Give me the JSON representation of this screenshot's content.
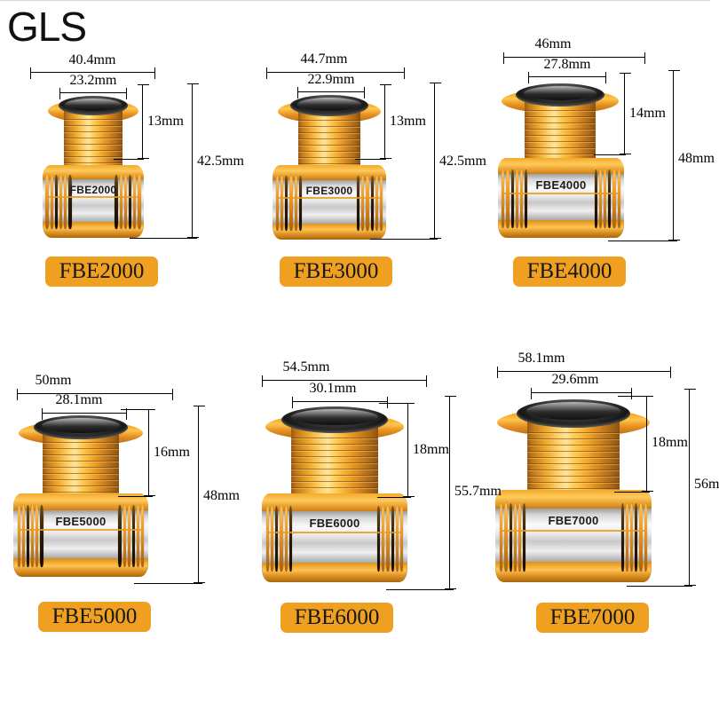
{
  "brand": {
    "name": "GLS"
  },
  "colors": {
    "badge_bg": "#f0a020",
    "badge_text": "#181818",
    "gold": "#f0a42a",
    "silver": "#e2e2e2",
    "rim_black": "#141414",
    "dimension_line": "#000000",
    "background": "#ffffff"
  },
  "products": [
    {
      "id": "fbe2000",
      "model": "FBE2000",
      "badge_label": "FBE2000",
      "skirt_label": "FBE2000",
      "dimensions": {
        "outer_width": "40.4mm",
        "inner_width": "23.2mm",
        "barrel_height": "13mm",
        "total_height": "42.5mm"
      }
    },
    {
      "id": "fbe3000",
      "model": "FBE3000",
      "badge_label": "FBE3000",
      "skirt_label": "FBE3000",
      "dimensions": {
        "outer_width": "44.7mm",
        "inner_width": "22.9mm",
        "barrel_height": "13mm",
        "total_height": "42.5mm"
      }
    },
    {
      "id": "fbe4000",
      "model": "FBE4000",
      "badge_label": "FBE4000",
      "skirt_label": "FBE4000",
      "dimensions": {
        "outer_width": "46mm",
        "inner_width": "27.8mm",
        "barrel_height": "14mm",
        "total_height": "48mm"
      }
    },
    {
      "id": "fbe5000",
      "model": "FBE5000",
      "badge_label": "FBE5000",
      "skirt_label": "FBE5000",
      "dimensions": {
        "outer_width": "50mm",
        "inner_width": "28.1mm",
        "barrel_height": "16mm",
        "total_height": "48mm"
      }
    },
    {
      "id": "fbe6000",
      "model": "FBE6000",
      "badge_label": "FBE6000",
      "skirt_label": "FBE6000",
      "dimensions": {
        "outer_width": "54.5mm",
        "inner_width": "30.1mm",
        "barrel_height": "18mm",
        "total_height": "55.7mm"
      }
    },
    {
      "id": "fbe7000",
      "model": "FBE7000",
      "badge_label": "FBE7000",
      "skirt_label": "FBE7000",
      "dimensions": {
        "outer_width": "58.1mm",
        "inner_width": "29.6mm",
        "barrel_height": "18mm",
        "total_height": "56m"
      }
    }
  ]
}
